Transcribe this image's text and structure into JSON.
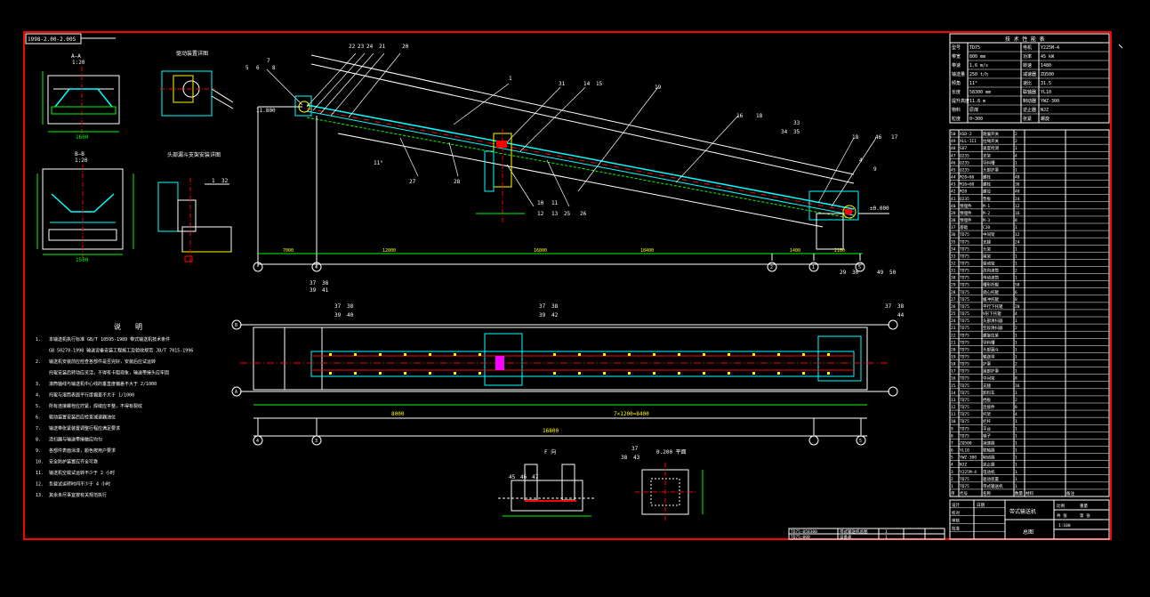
{
  "drawing": {
    "stamp": "1998-2.00-2.00S",
    "frame_color": "#ff0000",
    "colors": {
      "background": "#000000",
      "outline": "#ffffff",
      "belt": "#00ffff",
      "dimension": "#00ff00",
      "centerline": "#ff0000",
      "marker": "#ffff00",
      "magenta": "#ff00ff"
    }
  },
  "side_view": {
    "part_numbers_top": [
      "5",
      "6",
      "7",
      "8",
      "22",
      "23",
      "24",
      "21",
      "20",
      "1",
      "31",
      "14",
      "15",
      "19",
      "16",
      "18",
      "33",
      "34",
      "35",
      "18",
      "46",
      "17",
      "4",
      "9"
    ],
    "part_numbers_bottom": [
      "27",
      "28",
      "10",
      "11",
      "12",
      "13",
      "25",
      "26",
      "29",
      "30",
      "49",
      "50"
    ],
    "elevation_left": "11.800",
    "elevation_right": "±0.000",
    "angle": "11°",
    "grid_labels": [
      "4",
      "2",
      "1",
      "5"
    ],
    "grid_dims": [
      "7000",
      "12000",
      "16000",
      "18400",
      "1400",
      "2100"
    ]
  },
  "plan_view": {
    "part_numbers": [
      "37",
      "38",
      "39",
      "41",
      "37",
      "38",
      "39",
      "40",
      "37",
      "38",
      "39",
      "42",
      "37",
      "38",
      "44"
    ],
    "grid_labels": [
      "B",
      "A"
    ],
    "grid_bottom": [
      "4",
      "3",
      "5"
    ],
    "dims": [
      "8000",
      "7×1200=8400",
      "16800"
    ]
  },
  "notes": {
    "title": "说　　明",
    "items": [
      {
        "n": "1.",
        "t": "本输送机执行标准  GB/T 10595-1989 带式输送机技术条件"
      },
      {
        "n": "",
        "t": "GB 50270-1998 输送设备安装工程施工及验收规范 JB/T 7015-1996"
      },
      {
        "n": "2.",
        "t": "输送机安装前应检查各部件是否完好，安装后应试运转"
      },
      {
        "n": "",
        "t": "托辊安装后转动应灵活，不得有卡阻现象，输送带接头应牢固"
      },
      {
        "n": "3.",
        "t": "滚筒轴线与输送机中心线的垂直度偏差不大于 2/1000"
      },
      {
        "n": "4.",
        "t": "托辊与滚筒表面平行度偏差不大于 1/1000"
      },
      {
        "n": "5.",
        "t": "所有连接螺栓应拧紧，焊缝应平整，不得有裂纹"
      },
      {
        "n": "6.",
        "t": "驱动装置安装后应检查减速器油位"
      },
      {
        "n": "7.",
        "t": "输送带张紧装置调整行程应满足要求"
      },
      {
        "n": "8.",
        "t": "清扫器与输送带接触应均匀"
      },
      {
        "n": "9.",
        "t": "各部件表面涂漆，颜色按用户要求"
      },
      {
        "n": "10.",
        "t": "安全防护装置应齐全可靠"
      },
      {
        "n": "11.",
        "t": "输送机空载试运转不少于 2 小时"
      },
      {
        "n": "12.",
        "t": "负载试运转时间不少于 4 小时"
      },
      {
        "n": "13.",
        "t": "其余未尽事宜按有关规范执行"
      }
    ]
  },
  "details": {
    "section_aa": "A—A",
    "section_bb": "B—B",
    "detail_top": "驱动装置详图",
    "detail_mid": "头部漏斗支架安装详图",
    "detail_f": "F 向",
    "detail_plan": "0.200 平面",
    "scale_a": "1:20",
    "scale_b": "1:20",
    "dim_1": "1600",
    "dim_2": "1500",
    "f_parts": [
      "45",
      "46",
      "47"
    ],
    "p_parts": [
      "37",
      "38",
      "43"
    ],
    "d_parts": [
      "1",
      "32"
    ]
  },
  "tech_table": {
    "title": "技 术 性 能 表",
    "rows": [
      [
        "型号",
        "TD75",
        "电机",
        "Y225M-4"
      ],
      [
        "带宽",
        "800 mm",
        "功率",
        "45 kW"
      ],
      [
        "带速",
        "1.6 m/s",
        "转速",
        "1480"
      ],
      [
        "输送量",
        "250 t/h",
        "减速器",
        "ZQ500"
      ],
      [
        "倾角",
        "11°",
        "速比",
        "31.5"
      ],
      [
        "长度",
        "58300 mm",
        "联轴器",
        "YL10"
      ],
      [
        "提升高度",
        "11.8 m",
        "制动器",
        "YWZ-300"
      ],
      [
        "物料",
        "原煤",
        "逆止器",
        "NJZ"
      ],
      [
        "粒度",
        "0~300",
        "张紧",
        "螺旋"
      ]
    ]
  },
  "parts_list": {
    "rows": [
      [
        "50",
        "XSD-2",
        "跑偏开关",
        "2",
        "",
        ""
      ],
      [
        "49",
        "XLL-III",
        "拉绳开关",
        "2",
        "",
        ""
      ],
      [
        "48",
        "SD7",
        "速度检测",
        "1",
        "",
        ""
      ],
      [
        "47",
        "Q235",
        "支架",
        "4",
        "",
        ""
      ],
      [
        "46",
        "Q235",
        "导料槽",
        "1",
        "",
        ""
      ],
      [
        "45",
        "Q235",
        "头部护罩",
        "1",
        "",
        ""
      ],
      [
        "44",
        "M20×80",
        "螺栓",
        "48",
        "",
        ""
      ],
      [
        "43",
        "M16×60",
        "螺栓",
        "36",
        "",
        ""
      ],
      [
        "42",
        "M20",
        "螺母",
        "48",
        "",
        ""
      ],
      [
        "41",
        "Q235",
        "垫板",
        "24",
        "",
        ""
      ],
      [
        "40",
        "预埋件",
        "M-1",
        "12",
        "",
        ""
      ],
      [
        "39",
        "预埋件",
        "M-2",
        "16",
        "",
        ""
      ],
      [
        "38",
        "预埋件",
        "M-3",
        "8",
        "",
        ""
      ],
      [
        "37",
        "基础",
        "C20",
        "1",
        "",
        ""
      ],
      [
        "36",
        "TD75",
        "中间架",
        "12",
        "",
        ""
      ],
      [
        "35",
        "TD75",
        "支腿",
        "24",
        "",
        ""
      ],
      [
        "34",
        "TD75",
        "头架",
        "1",
        "",
        ""
      ],
      [
        "33",
        "TD75",
        "尾架",
        "1",
        "",
        ""
      ],
      [
        "32",
        "TD75",
        "驱动架",
        "1",
        "",
        ""
      ],
      [
        "31",
        "TD75",
        "改向滚筒",
        "2",
        "",
        ""
      ],
      [
        "30",
        "TD75",
        "传动滚筒",
        "1",
        "",
        ""
      ],
      [
        "29",
        "TD75",
        "槽形托辊",
        "58",
        "",
        ""
      ],
      [
        "28",
        "TD75",
        "调心托辊",
        "6",
        "",
        ""
      ],
      [
        "27",
        "TD75",
        "缓冲托辊",
        "8",
        "",
        ""
      ],
      [
        "26",
        "TD75",
        "平行下托辊",
        "20",
        "",
        ""
      ],
      [
        "25",
        "TD75",
        "V形下托辊",
        "4",
        "",
        ""
      ],
      [
        "24",
        "TD75",
        "头部清扫器",
        "1",
        "",
        ""
      ],
      [
        "23",
        "TD75",
        "空段清扫器",
        "2",
        "",
        ""
      ],
      [
        "22",
        "TD75",
        "螺旋拉紧",
        "1",
        "",
        ""
      ],
      [
        "21",
        "TD75",
        "导料槽",
        "1",
        "",
        ""
      ],
      [
        "20",
        "TD75",
        "头部漏斗",
        "1",
        "",
        ""
      ],
      [
        "19",
        "TD75",
        "输送带",
        "1",
        "",
        ""
      ],
      [
        "18",
        "TD75",
        "护罩",
        "2",
        "",
        ""
      ],
      [
        "17",
        "TD75",
        "尾部护罩",
        "1",
        "",
        ""
      ],
      [
        "16",
        "TD75",
        "中间架",
        "8",
        "",
        ""
      ],
      [
        "15",
        "TD75",
        "支腿",
        "16",
        "",
        ""
      ],
      [
        "14",
        "TD75",
        "卸料车",
        "1",
        "",
        ""
      ],
      [
        "13",
        "TD75",
        "挡板",
        "2",
        "",
        ""
      ],
      [
        "12",
        "TD75",
        "连接件",
        "8",
        "",
        ""
      ],
      [
        "11",
        "TD75",
        "托架",
        "4",
        "",
        ""
      ],
      [
        "10",
        "TD75",
        "栏杆",
        "1",
        "",
        ""
      ],
      [
        "9",
        "TD75",
        "平台",
        "1",
        "",
        ""
      ],
      [
        "8",
        "TD75",
        "梯子",
        "1",
        "",
        ""
      ],
      [
        "7",
        "ZQ500",
        "减速器",
        "1",
        "",
        ""
      ],
      [
        "6",
        "YL10",
        "联轴器",
        "1",
        "",
        ""
      ],
      [
        "5",
        "YWZ-300",
        "制动器",
        "1",
        "",
        ""
      ],
      [
        "4",
        "NJZ",
        "逆止器",
        "1",
        "",
        ""
      ],
      [
        "3",
        "Y225M-4",
        "电动机",
        "1",
        "",
        ""
      ],
      [
        "2",
        "TD75",
        "驱动装置",
        "1",
        "",
        ""
      ],
      [
        "1",
        "TD75",
        "带式输送机",
        "1",
        "",
        ""
      ]
    ],
    "header": [
      "序",
      "代号",
      "名称",
      "数量",
      "材料",
      "备注"
    ]
  },
  "title_block": {
    "name": "带式输送机",
    "sub": "总图",
    "cells": [
      "设计",
      "校对",
      "审核",
      "批准",
      "日期",
      "比例",
      "重量",
      "共 张",
      "第 张",
      "1:100"
    ]
  },
  "ref_table": {
    "rows": [
      [
        "TD75-058300",
        "带式输送机总图",
        "1",
        "",
        ""
      ],
      [
        "TD75-000",
        "设备表",
        "1",
        "",
        ""
      ]
    ]
  }
}
